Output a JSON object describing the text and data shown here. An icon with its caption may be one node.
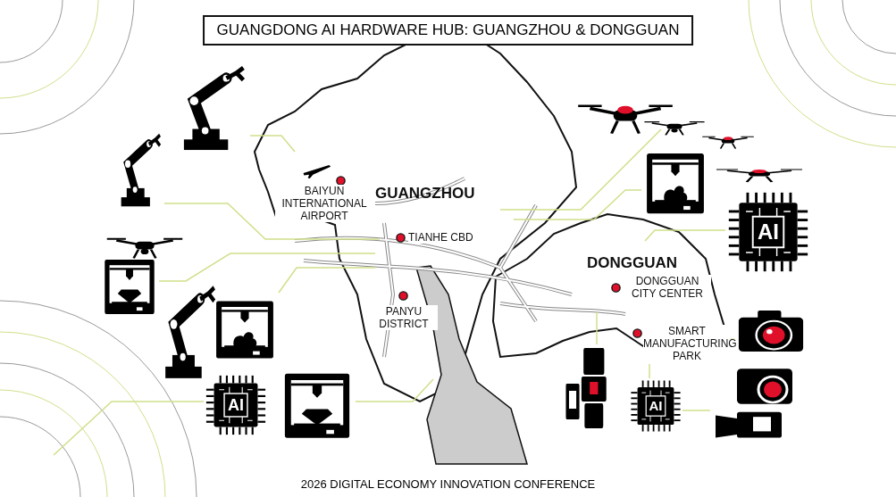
{
  "diagram": {
    "title": "GUANGDONG AI HARDWARE HUB: GUANGZHOU & DONGGUAN",
    "caption": "2026 DIGITAL ECONOMY INNOVATION CONFERENCE",
    "nodes": [
      {
        "text": [],
        "shape": "picture"
      },
      {
        "text": [],
        "shape": "picture"
      },
      {
        "text": [],
        "shape": "picture"
      },
      {
        "text": [],
        "shape": "picture"
      },
      {
        "text": [
          "AI"
        ]
      },
      {
        "text": [],
        "shape": "picture"
      },
      {
        "text": [],
        "shape": "picture"
      },
      {
        "text": [],
        "shape": "picture"
      },
      {
        "text": [
          "AI"
        ]
      },
      {
        "text": [],
        "shape": "picture"
      },
      {
        "text": [],
        "shape": "picture"
      },
      {
        "text": [
          "AI"
        ]
      },
      {
        "text": [],
        "shape": "picture"
      },
      {
        "text": [
          "BAIYUN INTERNATIONAL AIRPORT"
        ]
      },
      {
        "text": [
          "TIANHE CBD"
        ]
      },
      {
        "text": [
          "PANYU DISTRICT"
        ]
      },
      {
        "text": [
          "DONGGUAN CITY CENTER"
        ]
      },
      {
        "text": [
          "SMART MANUFACTURING PARK"
        ]
      }
    ],
    "edges": [
      {
        "from": 0,
        "to": null,
        "arrow": "none"
      },
      {
        "from": 1,
        "to": null,
        "arrow": "none"
      },
      {
        "from": 2,
        "to": null,
        "arrow": "none"
      },
      {
        "from": 3,
        "to": null,
        "arrow": "none"
      },
      {
        "from": 4,
        "to": null,
        "arrow": "none"
      },
      {
        "from": 5,
        "to": null,
        "arrow": "none"
      },
      {
        "from": 6,
        "to": null,
        "arrow": "none"
      },
      {
        "from": 7,
        "to": null,
        "arrow": "none"
      },
      {
        "from": 8,
        "to": null,
        "arrow": "none"
      },
      {
        "from": 9,
        "to": 17,
        "arrow": "none"
      },
      {
        "from": 10,
        "to": null,
        "arrow": "none"
      },
      {
        "from": 11,
        "to": 17,
        "arrow": "none"
      },
      {
        "from": 11,
        "to": 12,
        "arrow": "none"
      }
    ],
    "labels": [
      "GUANGZHOU",
      "DONGGUAN"
    ]
  }
}
